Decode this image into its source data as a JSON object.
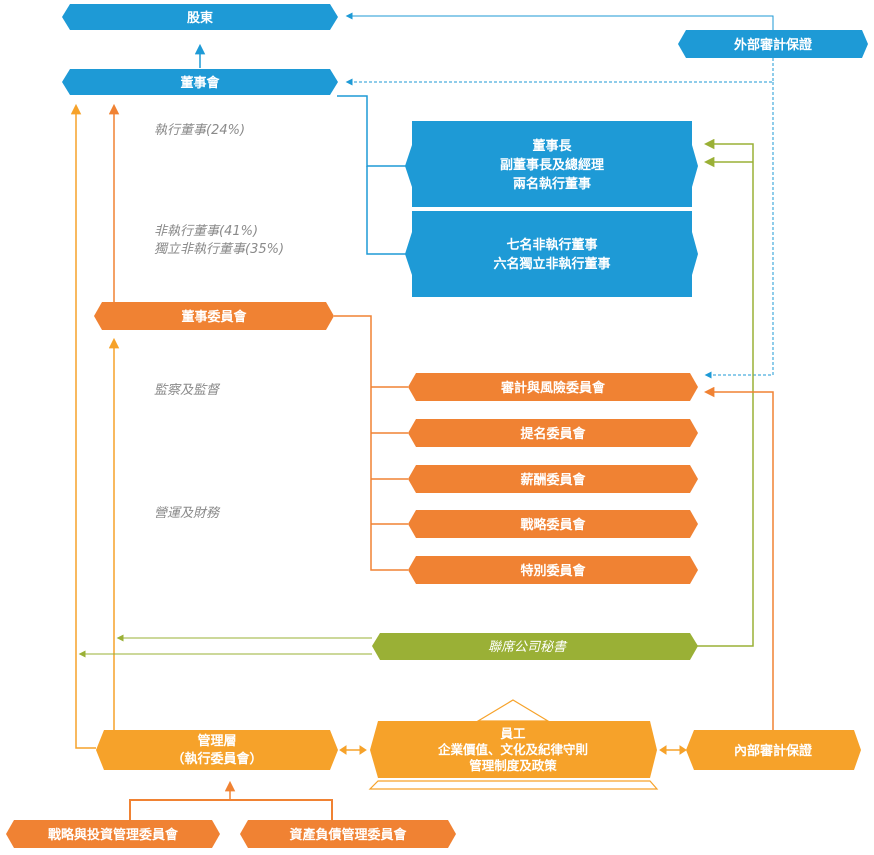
{
  "colors": {
    "blue": "#1e9ad6",
    "orange_dark": "#f08233",
    "orange_light": "#f6a22a",
    "olive": "#9ab036",
    "note_text": "#8a8a8a"
  },
  "nodes": {
    "shareholders": "股東",
    "board": "董事會",
    "external_audit": "外部審計保證",
    "board_members_exec": [
      "董事長",
      "副董事長及總經理",
      "兩名執行董事"
    ],
    "board_members_nonexec": [
      "七名非執行董事",
      "六名獨立非執行董事"
    ],
    "board_committees": "董事委員會",
    "audit_risk_committee": "審計與風險委員會",
    "nomination_committee": "提名委員會",
    "remuneration_committee": "薪酬委員會",
    "strategy_committee": "戰略委員會",
    "special_committee": "特別委員會",
    "joint_company_secretary": "聯席公司秘書",
    "management": [
      "管理層",
      "（執行委員會）"
    ],
    "employees": [
      "員工",
      "企業價值、文化及紀律守則",
      "管理制度及政策"
    ],
    "internal_audit": "內部審計保證",
    "strategy_investment_committee": "戰略與投資管理委員會",
    "asset_liability_committee": "資產負債管理委員會"
  },
  "notes": {
    "exec_directors_pct": "執行董事(24%)",
    "nonexec_pct": "非執行董事(41%)",
    "independent_pct": "獨立非執行董事(35%)",
    "supervision": "監察及監督",
    "operations": "營運及財務"
  }
}
